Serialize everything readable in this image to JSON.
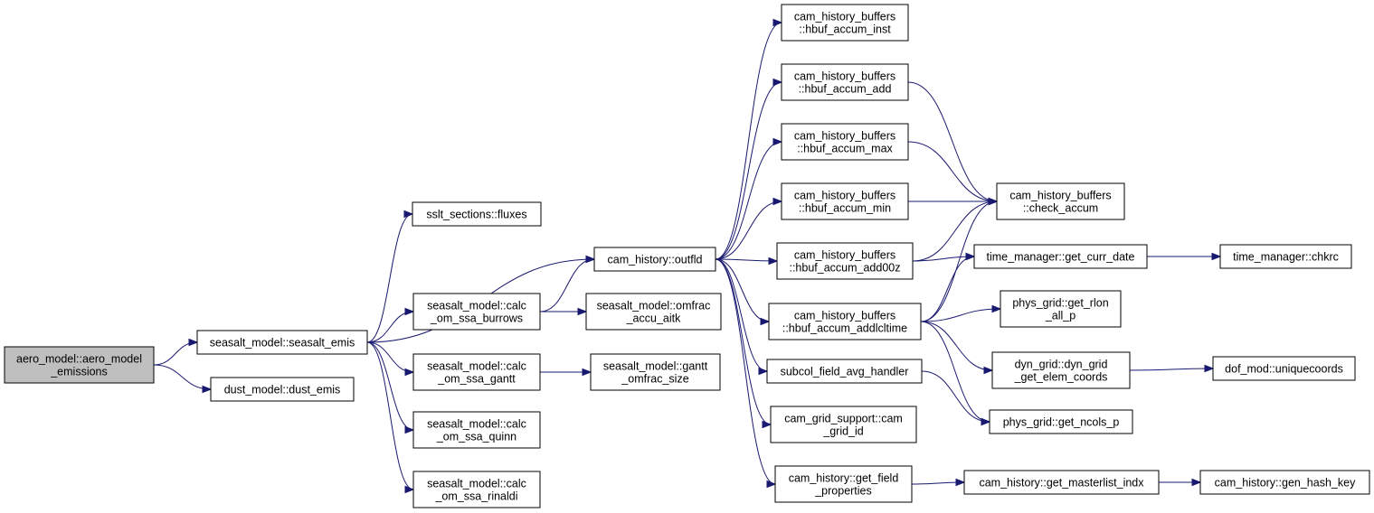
{
  "colors": {
    "edge": "#191970",
    "root_fill": "#bfbfbf",
    "node_fill": "#ffffff",
    "border": "#000000"
  },
  "nodes": [
    {
      "id": "aero",
      "lines": [
        "aero_model::aero_model",
        "_emissions"
      ],
      "root": true
    },
    {
      "id": "seasalt_emis",
      "lines": [
        "seasalt_model::seasalt_emis"
      ]
    },
    {
      "id": "dust_emis",
      "lines": [
        "dust_model::dust_emis"
      ]
    },
    {
      "id": "fluxes",
      "lines": [
        "sslt_sections::fluxes"
      ]
    },
    {
      "id": "outfld",
      "lines": [
        "cam_history::outfld"
      ]
    },
    {
      "id": "burrows",
      "lines": [
        "seasalt_model::calc",
        "_om_ssa_burrows"
      ]
    },
    {
      "id": "gantt",
      "lines": [
        "seasalt_model::calc",
        "_om_ssa_gantt"
      ]
    },
    {
      "id": "quinn",
      "lines": [
        "seasalt_model::calc",
        "_om_ssa_quinn"
      ]
    },
    {
      "id": "rinaldi",
      "lines": [
        "seasalt_model::calc",
        "_om_ssa_rinaldi"
      ]
    },
    {
      "id": "omfrac_aitk",
      "lines": [
        "seasalt_model::omfrac",
        "_accu_aitk"
      ]
    },
    {
      "id": "gantt_omfrac",
      "lines": [
        "seasalt_model::gantt",
        "_omfrac_size"
      ]
    },
    {
      "id": "inst",
      "lines": [
        "cam_history_buffers",
        "::hbuf_accum_inst"
      ]
    },
    {
      "id": "add",
      "lines": [
        "cam_history_buffers",
        "::hbuf_accum_add"
      ]
    },
    {
      "id": "max",
      "lines": [
        "cam_history_buffers",
        "::hbuf_accum_max"
      ]
    },
    {
      "id": "min",
      "lines": [
        "cam_history_buffers",
        "::hbuf_accum_min"
      ]
    },
    {
      "id": "add00z",
      "lines": [
        "cam_history_buffers",
        "::hbuf_accum_add00z"
      ]
    },
    {
      "id": "addlcl",
      "lines": [
        "cam_history_buffers",
        "::hbuf_accum_addlcltime"
      ]
    },
    {
      "id": "subcol",
      "lines": [
        "subcol_field_avg_handler"
      ]
    },
    {
      "id": "camgrid",
      "lines": [
        "cam_grid_support::cam",
        "_grid_id"
      ]
    },
    {
      "id": "getfield",
      "lines": [
        "cam_history::get_field",
        "_properties"
      ]
    },
    {
      "id": "check",
      "lines": [
        "cam_history_buffers",
        "::check_accum"
      ]
    },
    {
      "id": "currdate",
      "lines": [
        "time_manager::get_curr_date"
      ]
    },
    {
      "id": "rlon",
      "lines": [
        "phys_grid::get_rlon",
        "_all_p"
      ]
    },
    {
      "id": "elemcoords",
      "lines": [
        "dyn_grid::dyn_grid",
        "_get_elem_coords"
      ]
    },
    {
      "id": "ncols",
      "lines": [
        "phys_grid::get_ncols_p"
      ]
    },
    {
      "id": "masterlist",
      "lines": [
        "cam_history::get_masterlist_indx"
      ]
    },
    {
      "id": "chkrc",
      "lines": [
        "time_manager::chkrc"
      ]
    },
    {
      "id": "unique",
      "lines": [
        "dof_mod::uniquecoords"
      ]
    },
    {
      "id": "hashkey",
      "lines": [
        "cam_history::gen_hash_key"
      ]
    }
  ],
  "edges": [
    [
      "aero",
      "seasalt_emis"
    ],
    [
      "aero",
      "dust_emis"
    ],
    [
      "seasalt_emis",
      "fluxes"
    ],
    [
      "seasalt_emis",
      "outfld"
    ],
    [
      "seasalt_emis",
      "burrows"
    ],
    [
      "seasalt_emis",
      "gantt"
    ],
    [
      "seasalt_emis",
      "quinn"
    ],
    [
      "seasalt_emis",
      "rinaldi"
    ],
    [
      "burrows",
      "outfld"
    ],
    [
      "burrows",
      "omfrac_aitk"
    ],
    [
      "gantt",
      "gantt_omfrac"
    ],
    [
      "outfld",
      "inst"
    ],
    [
      "outfld",
      "add"
    ],
    [
      "outfld",
      "max"
    ],
    [
      "outfld",
      "min"
    ],
    [
      "outfld",
      "add00z"
    ],
    [
      "outfld",
      "addlcl"
    ],
    [
      "outfld",
      "subcol"
    ],
    [
      "outfld",
      "camgrid"
    ],
    [
      "outfld",
      "getfield"
    ],
    [
      "add",
      "check"
    ],
    [
      "max",
      "check"
    ],
    [
      "min",
      "check"
    ],
    [
      "add00z",
      "check"
    ],
    [
      "add00z",
      "currdate"
    ],
    [
      "addlcl",
      "check"
    ],
    [
      "addlcl",
      "currdate"
    ],
    [
      "addlcl",
      "rlon"
    ],
    [
      "addlcl",
      "elemcoords"
    ],
    [
      "addlcl",
      "ncols"
    ],
    [
      "subcol",
      "ncols"
    ],
    [
      "getfield",
      "masterlist"
    ],
    [
      "currdate",
      "chkrc"
    ],
    [
      "elemcoords",
      "unique"
    ],
    [
      "masterlist",
      "hashkey"
    ]
  ]
}
